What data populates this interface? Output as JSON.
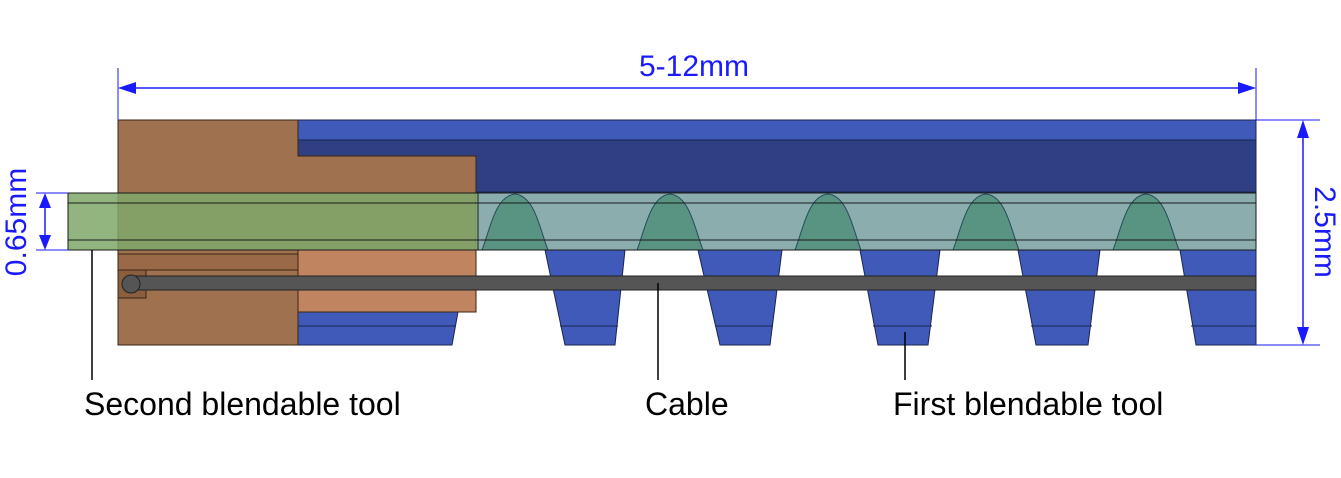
{
  "dimensions": {
    "length": "5-12mm",
    "outer_diameter": "2.5mm",
    "inner_diameter": "0.65mm"
  },
  "labels": {
    "second_tool": "Second blendable tool",
    "cable": "Cable",
    "first_tool": "First blendable tool"
  },
  "colors": {
    "dimension": "#1a1aff",
    "first_tool_blue": "#3f5ab8",
    "first_tool_dark": "#2a3a7a",
    "second_tool_brown": "#a0714f",
    "inner_tube_green": "#8fc7a0",
    "cable_gray": "#555555"
  }
}
